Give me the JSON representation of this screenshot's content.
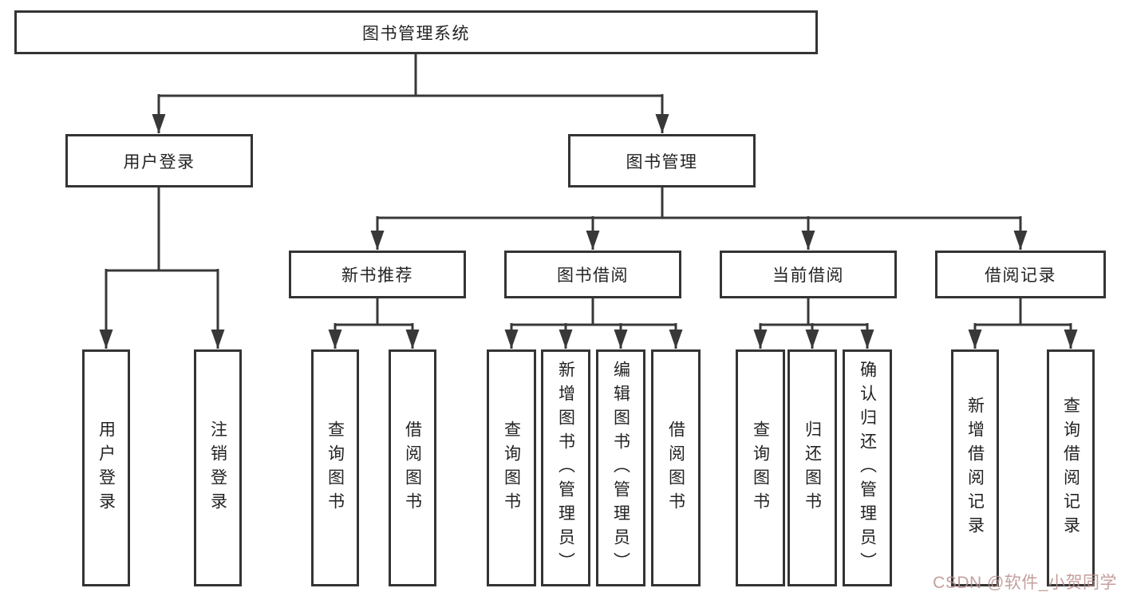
{
  "diagram": {
    "root": "图书管理系统",
    "level2": [
      "用户登录",
      "图书管理"
    ],
    "level3": [
      "新书推荐",
      "图书借阅",
      "当前借阅",
      "借阅记录"
    ],
    "leaves": {
      "user_login": [
        "用户登录",
        "注销登录"
      ],
      "new_books": [
        "查询图书",
        "借阅图书"
      ],
      "book_borrowing": [
        "查询图书",
        "新增图书（管理员）",
        "编辑图书（管理员）",
        "借阅图书"
      ],
      "current_borrowing": [
        "查询图书",
        "归还图书",
        "确认归还（管理员）"
      ],
      "borrowing_records": [
        "新增借阅记录",
        "查询借阅记录"
      ]
    }
  },
  "watermark": "CSDN @软件_小贺同学",
  "colors": {
    "line": "#383838",
    "box_border": "#343434",
    "text": "#232323",
    "watermark_text": "#ba8e8c",
    "background": "#ffffff"
  }
}
